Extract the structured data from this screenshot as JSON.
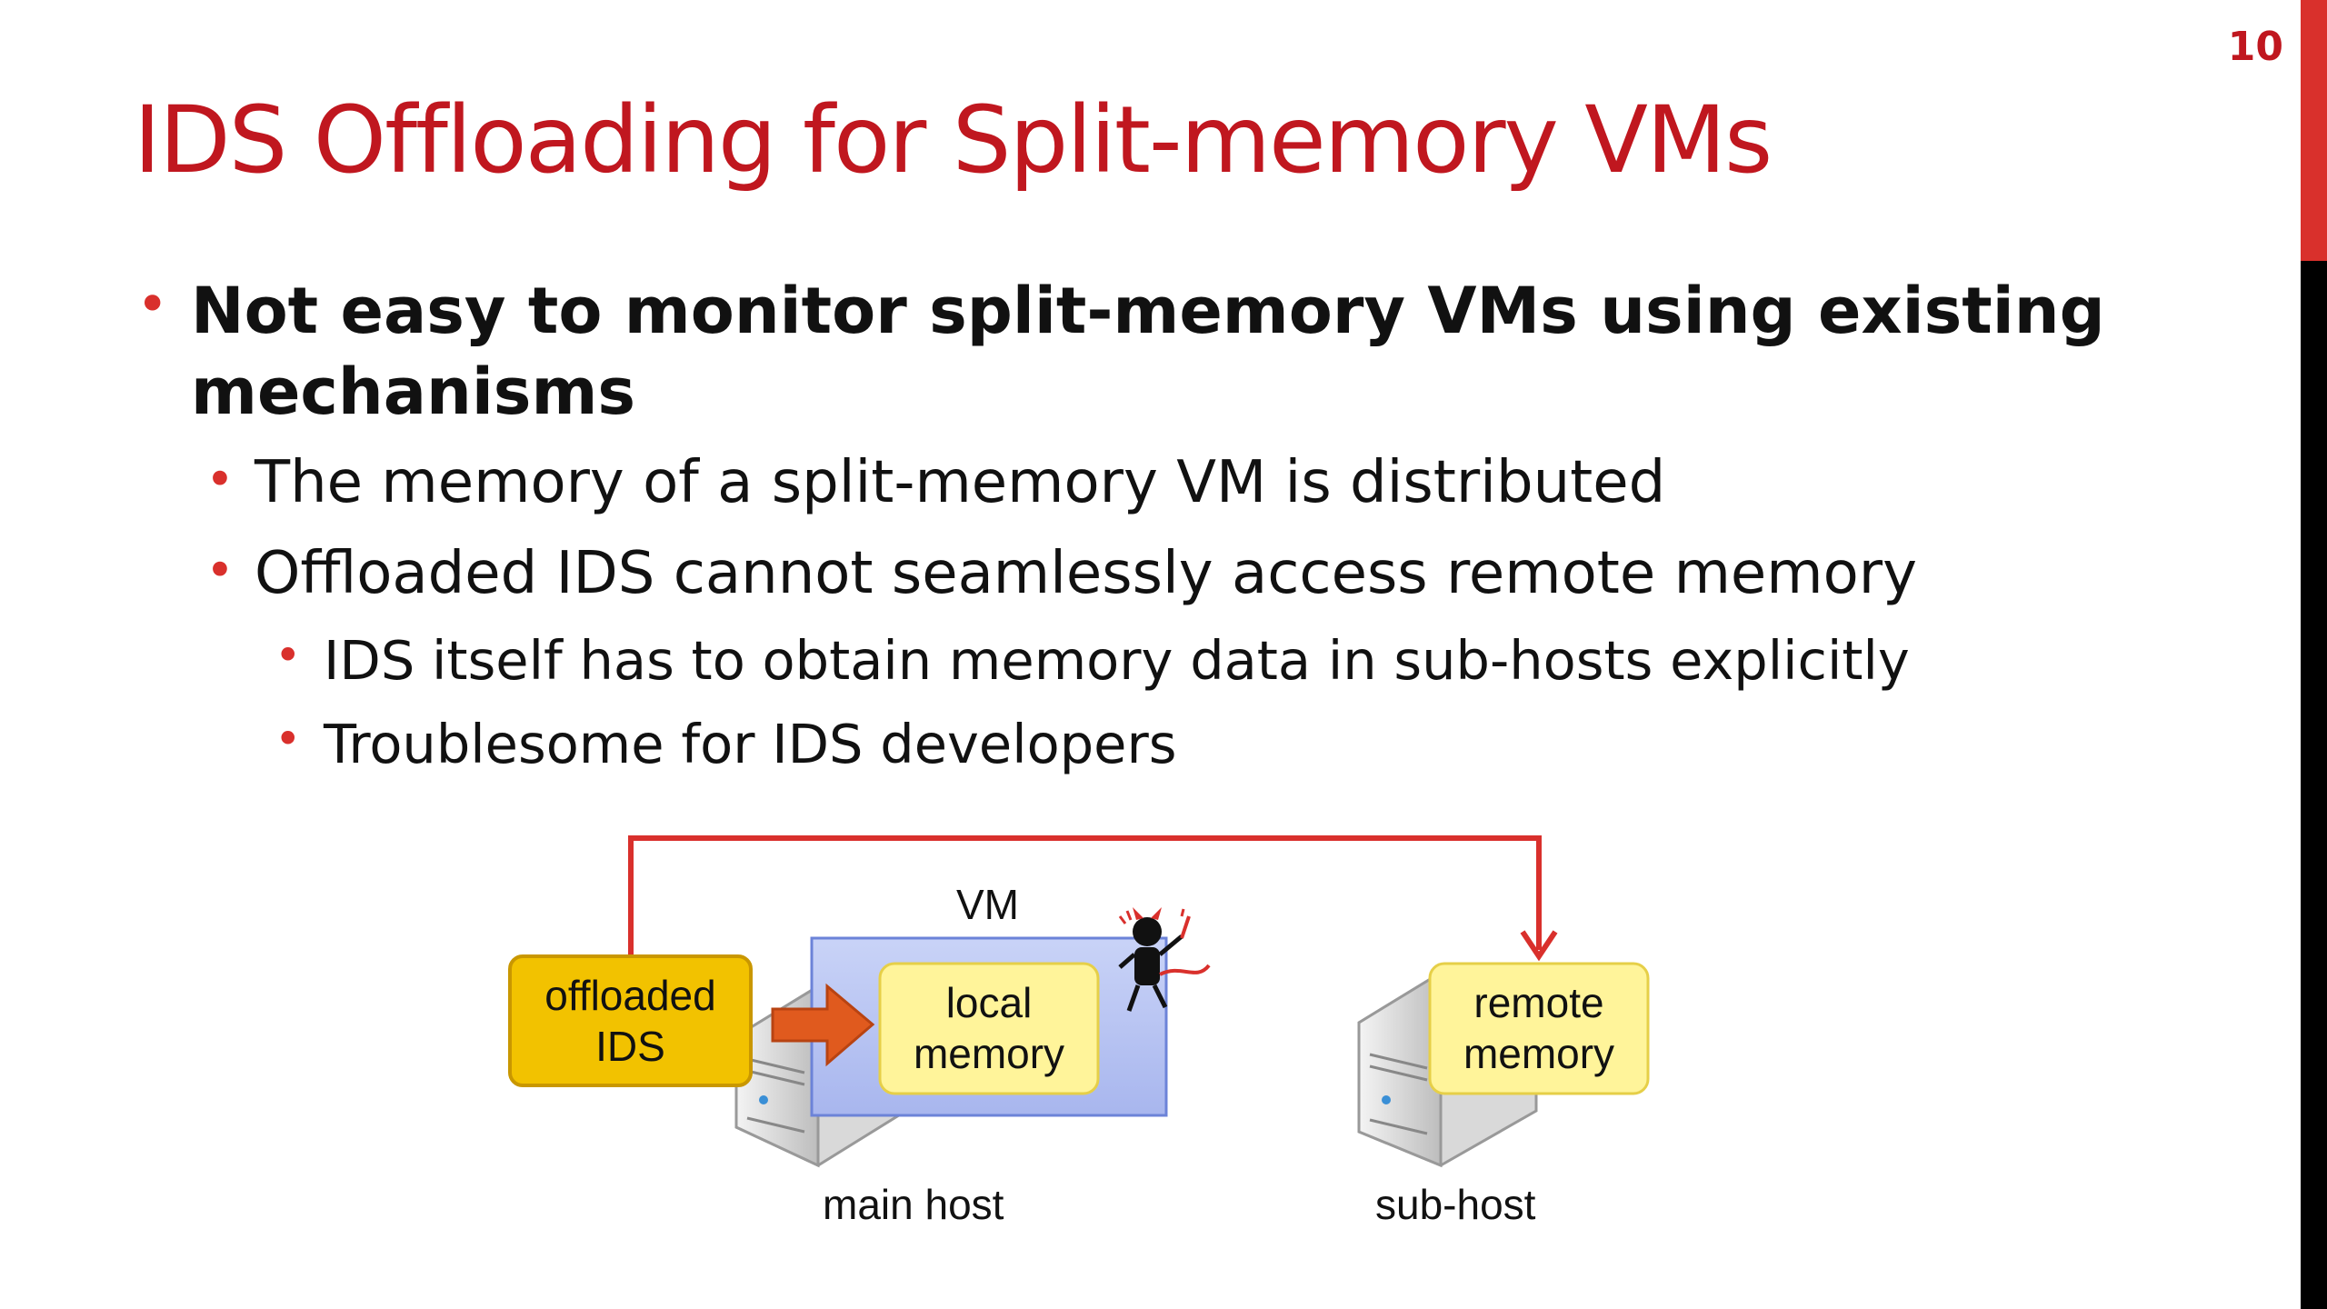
{
  "page_number": "10",
  "title": "IDS Offloading for Split-memory VMs",
  "bullets": {
    "main": "Not easy to monitor split-memory VMs using existing mechanisms",
    "main_line1": "Not easy to monitor split-memory VMs using existing",
    "main_line2": "mechanisms",
    "sub1": "The memory of a split-memory VM is distributed",
    "sub2": "Offloaded IDS cannot seamlessly access remote memory",
    "subsub1": "IDS itself has to obtain memory data in sub-hosts explicitly",
    "subsub2": "Troublesome for IDS developers"
  },
  "diagram": {
    "offloaded_ids": [
      "offloaded",
      "IDS"
    ],
    "vm_label": "VM",
    "local_memory": [
      "local",
      "memory"
    ],
    "remote_memory": [
      "remote",
      "memory"
    ],
    "main_host_label": "main host",
    "sub_host_label": "sub-host"
  },
  "colors": {
    "accent": "#c0171f",
    "ids_box": "#f2c200",
    "memory_box": "#fff49a",
    "vm_box": "#b9c6f2",
    "arrow_orange": "#e05a1e"
  }
}
